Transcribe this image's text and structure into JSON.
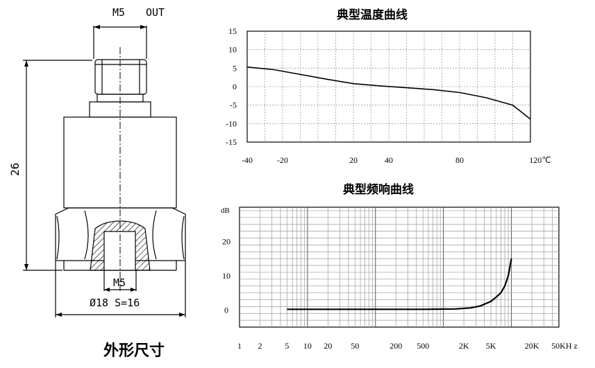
{
  "drawing": {
    "top_thread_label": "M5",
    "output_label": "OUT",
    "height_label": "26",
    "bottom_thread_label": "M5",
    "base_label": "Ø18 S=16",
    "caption": "外形尺寸"
  },
  "colors": {
    "line": "#000000",
    "grid": "#9a9a9a",
    "hatch": "#000000"
  },
  "chart_data": [
    {
      "type": "line",
      "title": "典型温度曲线",
      "x_unit": "℃",
      "xlim": [
        -40,
        120
      ],
      "ylim": [
        -15,
        15
      ],
      "x_ticks": [
        {
          "value": -40,
          "label": "-40"
        },
        {
          "value": -20,
          "label": "-20"
        },
        {
          "value": 20,
          "label": "20"
        },
        {
          "value": 40,
          "label": "40"
        },
        {
          "value": 80,
          "label": "80"
        },
        {
          "value": 120,
          "label": "120℃"
        }
      ],
      "y_ticks": [
        {
          "value": 15,
          "label": "15"
        },
        {
          "value": 10,
          "label": "10"
        },
        {
          "value": 5,
          "label": "5"
        },
        {
          "value": 0,
          "label": "0"
        },
        {
          "value": -5,
          "label": "-5"
        },
        {
          "value": -10,
          "label": "-10"
        },
        {
          "value": -15,
          "label": "-15"
        }
      ],
      "grid": true,
      "series": [
        {
          "x": [
            -40,
            -25,
            -10,
            5,
            20,
            35,
            50,
            65,
            80,
            95,
            110,
            120
          ],
          "y": [
            5.3,
            4.6,
            3.3,
            2.0,
            0.8,
            0.2,
            -0.3,
            -0.8,
            -1.6,
            -3.0,
            -5.0,
            -8.8
          ]
        }
      ]
    },
    {
      "type": "line",
      "title": "典型频响曲线",
      "ylabel": "dB",
      "x_scale": "log",
      "xlim": [
        1,
        50000
      ],
      "ylim": [
        -5,
        30
      ],
      "x_ticks": [
        {
          "value": 1,
          "label": "1"
        },
        {
          "value": 2,
          "label": "2"
        },
        {
          "value": 5,
          "label": "5"
        },
        {
          "value": 10,
          "label": "10"
        },
        {
          "value": 20,
          "label": "20"
        },
        {
          "value": 50,
          "label": "50"
        },
        {
          "value": 200,
          "label": "200"
        },
        {
          "value": 500,
          "label": "500"
        },
        {
          "value": 2000,
          "label": "2K"
        },
        {
          "value": 5000,
          "label": "5K"
        },
        {
          "value": 20000,
          "label": "20K"
        },
        {
          "value": 50000,
          "label": "50KH z"
        }
      ],
      "y_ticks": [
        {
          "value": 20,
          "label": "20"
        },
        {
          "value": 10,
          "label": "10"
        },
        {
          "value": 0,
          "label": "0"
        }
      ],
      "grid": true,
      "series": [
        {
          "x": [
            5,
            20,
            100,
            500,
            1500,
            2500,
            3500,
            5000,
            6000,
            7000,
            8000,
            9000,
            10000
          ],
          "y": [
            0.2,
            0.2,
            0.2,
            0.2,
            0.3,
            0.6,
            1.2,
            2.5,
            3.8,
            5.0,
            7.0,
            10.0,
            15.0
          ]
        }
      ]
    }
  ]
}
